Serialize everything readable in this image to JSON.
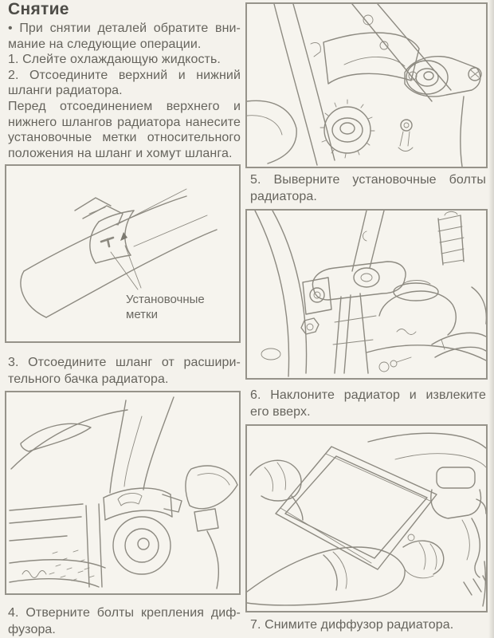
{
  "title": "Снятие",
  "text_blocks": {
    "intro": [
      "• При снятии деталей обратите вни-",
      "мание на следующие операции."
    ],
    "step1": [
      "1. Слейте охлаждающую жидкость."
    ],
    "step2": [
      "2. Отсоедините верхний и нижний",
      "шланги радиатора."
    ],
    "note": [
      "Перед отсоединением верхнего и",
      "нижнего шлангов радиатора нанесите",
      "установочные метки относительного",
      "положения на шланг и хомут шланга."
    ]
  },
  "figure_label": [
    "Установочные",
    "метки"
  ],
  "captions": {
    "step3": [
      "3. Отсоедините шланг от расшири-",
      "тельного бачка радиатора."
    ],
    "step4": [
      "4. Отверните болты крепления диф-",
      "фузора."
    ],
    "step5": [
      "5. Выверните установочные болты",
      "радиатора."
    ],
    "step6": [
      "6. Наклоните радиатор и извлеките",
      "его вверх."
    ],
    "step7": [
      "7. Снимите диффузор радиатора."
    ]
  },
  "colors": {
    "paper": "#f4f2ec",
    "ink": "#66645d",
    "title_ink": "#4d4c47",
    "line_art": "#8d8a81",
    "figure_border": "#96938a"
  }
}
